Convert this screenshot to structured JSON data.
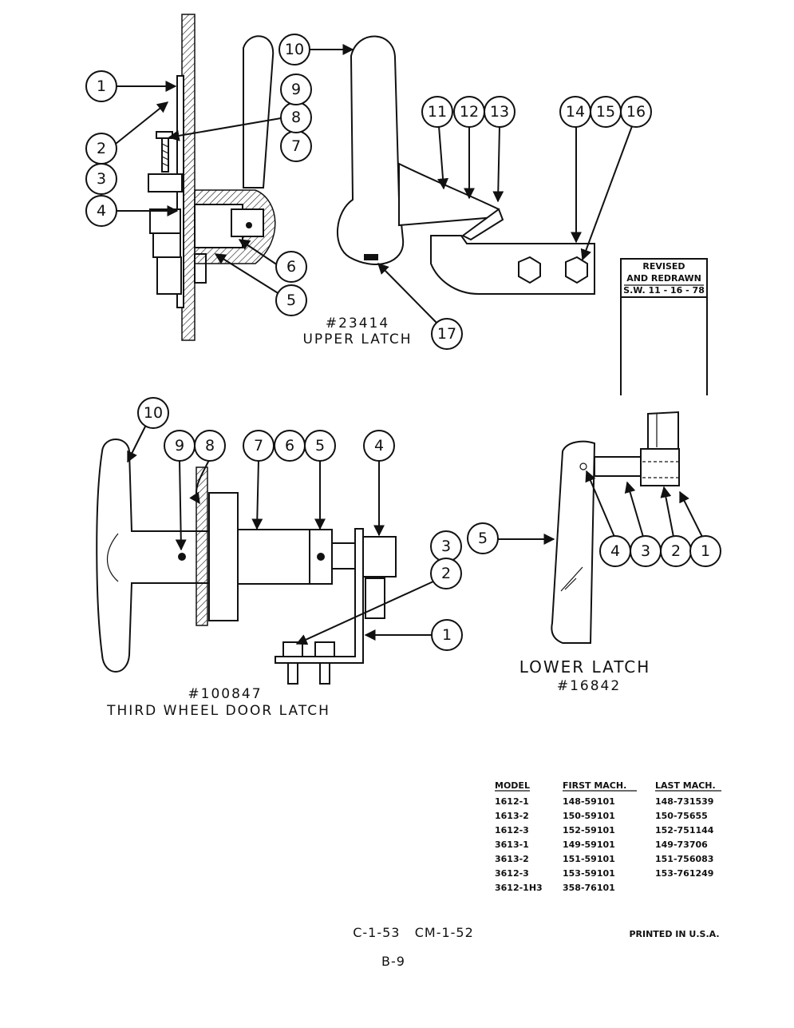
{
  "upper_latch": {
    "part_number": "#23414",
    "title": "UPPER LATCH"
  },
  "third_wheel_latch": {
    "part_number": "#100847",
    "title": "THIRD WHEEL DOOR LATCH"
  },
  "lower_latch": {
    "title": "LOWER LATCH",
    "part_number": "#16842"
  },
  "revision_box": {
    "line1": "REVISED",
    "line2": "AND REDRAWN",
    "line3": "S.W. 11 - 16 - 78"
  },
  "model_table": {
    "headers": [
      "MODEL",
      "FIRST MACH.",
      "LAST MACH."
    ],
    "rows": [
      [
        "1612-1",
        "148-59101",
        "148-731539"
      ],
      [
        "1613-2",
        "150-59101",
        "150-75655"
      ],
      [
        "1612-3",
        "152-59101",
        "152-751144"
      ],
      [
        "3613-1",
        "149-59101",
        "149-73706"
      ],
      [
        "3613-2",
        "151-59101",
        "151-756083"
      ],
      [
        "3612-3",
        "153-59101",
        "153-761249"
      ],
      [
        "3612-1H3",
        "358-76101",
        ""
      ]
    ]
  },
  "footer": {
    "codes": "C-1-53   CM-1-52",
    "printed": "PRINTED IN U.S.A.",
    "page": "B-9"
  },
  "callouts": {
    "upper": [
      "1",
      "2",
      "3",
      "4",
      "5",
      "6",
      "7",
      "8",
      "9",
      "10",
      "11",
      "12",
      "13",
      "14",
      "15",
      "16",
      "17"
    ],
    "third_wheel": [
      "10",
      "9",
      "8",
      "7",
      "6",
      "5",
      "4",
      "3",
      "2",
      "1"
    ],
    "lower": [
      "5",
      "4",
      "3",
      "2",
      "1"
    ]
  }
}
